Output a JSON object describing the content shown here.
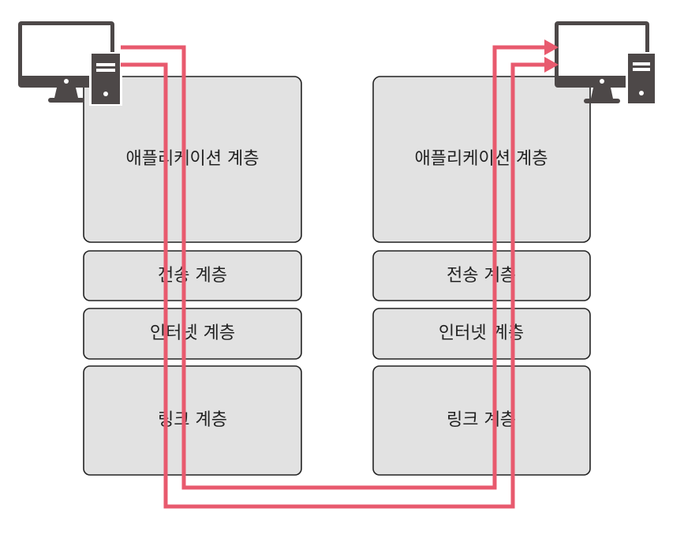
{
  "colors": {
    "path": "#e85a6e",
    "layer_fill": "#e2e2e2",
    "device": "#4d4848"
  },
  "left_stack": {
    "device_icon": "desktop-computer-icon",
    "layers": [
      "애플리케이션 계층",
      "전송 계층",
      "인터넷 계층",
      "링크 계층"
    ]
  },
  "right_stack": {
    "device_icon": "desktop-computer-icon",
    "layers": [
      "애플리케이션 계층",
      "전송 계층",
      "인터넷 계층",
      "링크 계층"
    ]
  }
}
